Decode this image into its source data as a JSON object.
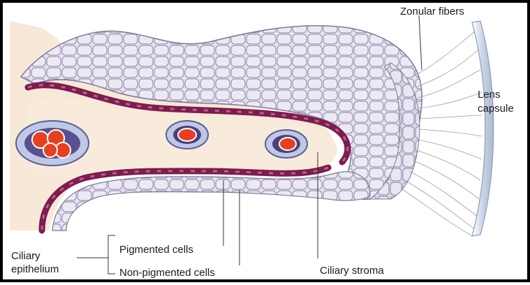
{
  "labels": {
    "zonular_fibers": "Zonular fibers",
    "lens_line1": "Lens",
    "lens_line2": "capsule",
    "ciliary_line1": "Ciliary",
    "ciliary_line2": "epithelium",
    "pigmented": "Pigmented cells",
    "non_pigmented": "Non-pigmented cells",
    "ciliary_stroma": "Ciliary stroma"
  },
  "colors": {
    "stroma": "#f7e8d8",
    "non_pigmented_cell": "#e4e0ee",
    "pigmented_layer": "#7b1d4e",
    "vessel_red": "#e8401f",
    "lens": "#d9e1ee"
  }
}
